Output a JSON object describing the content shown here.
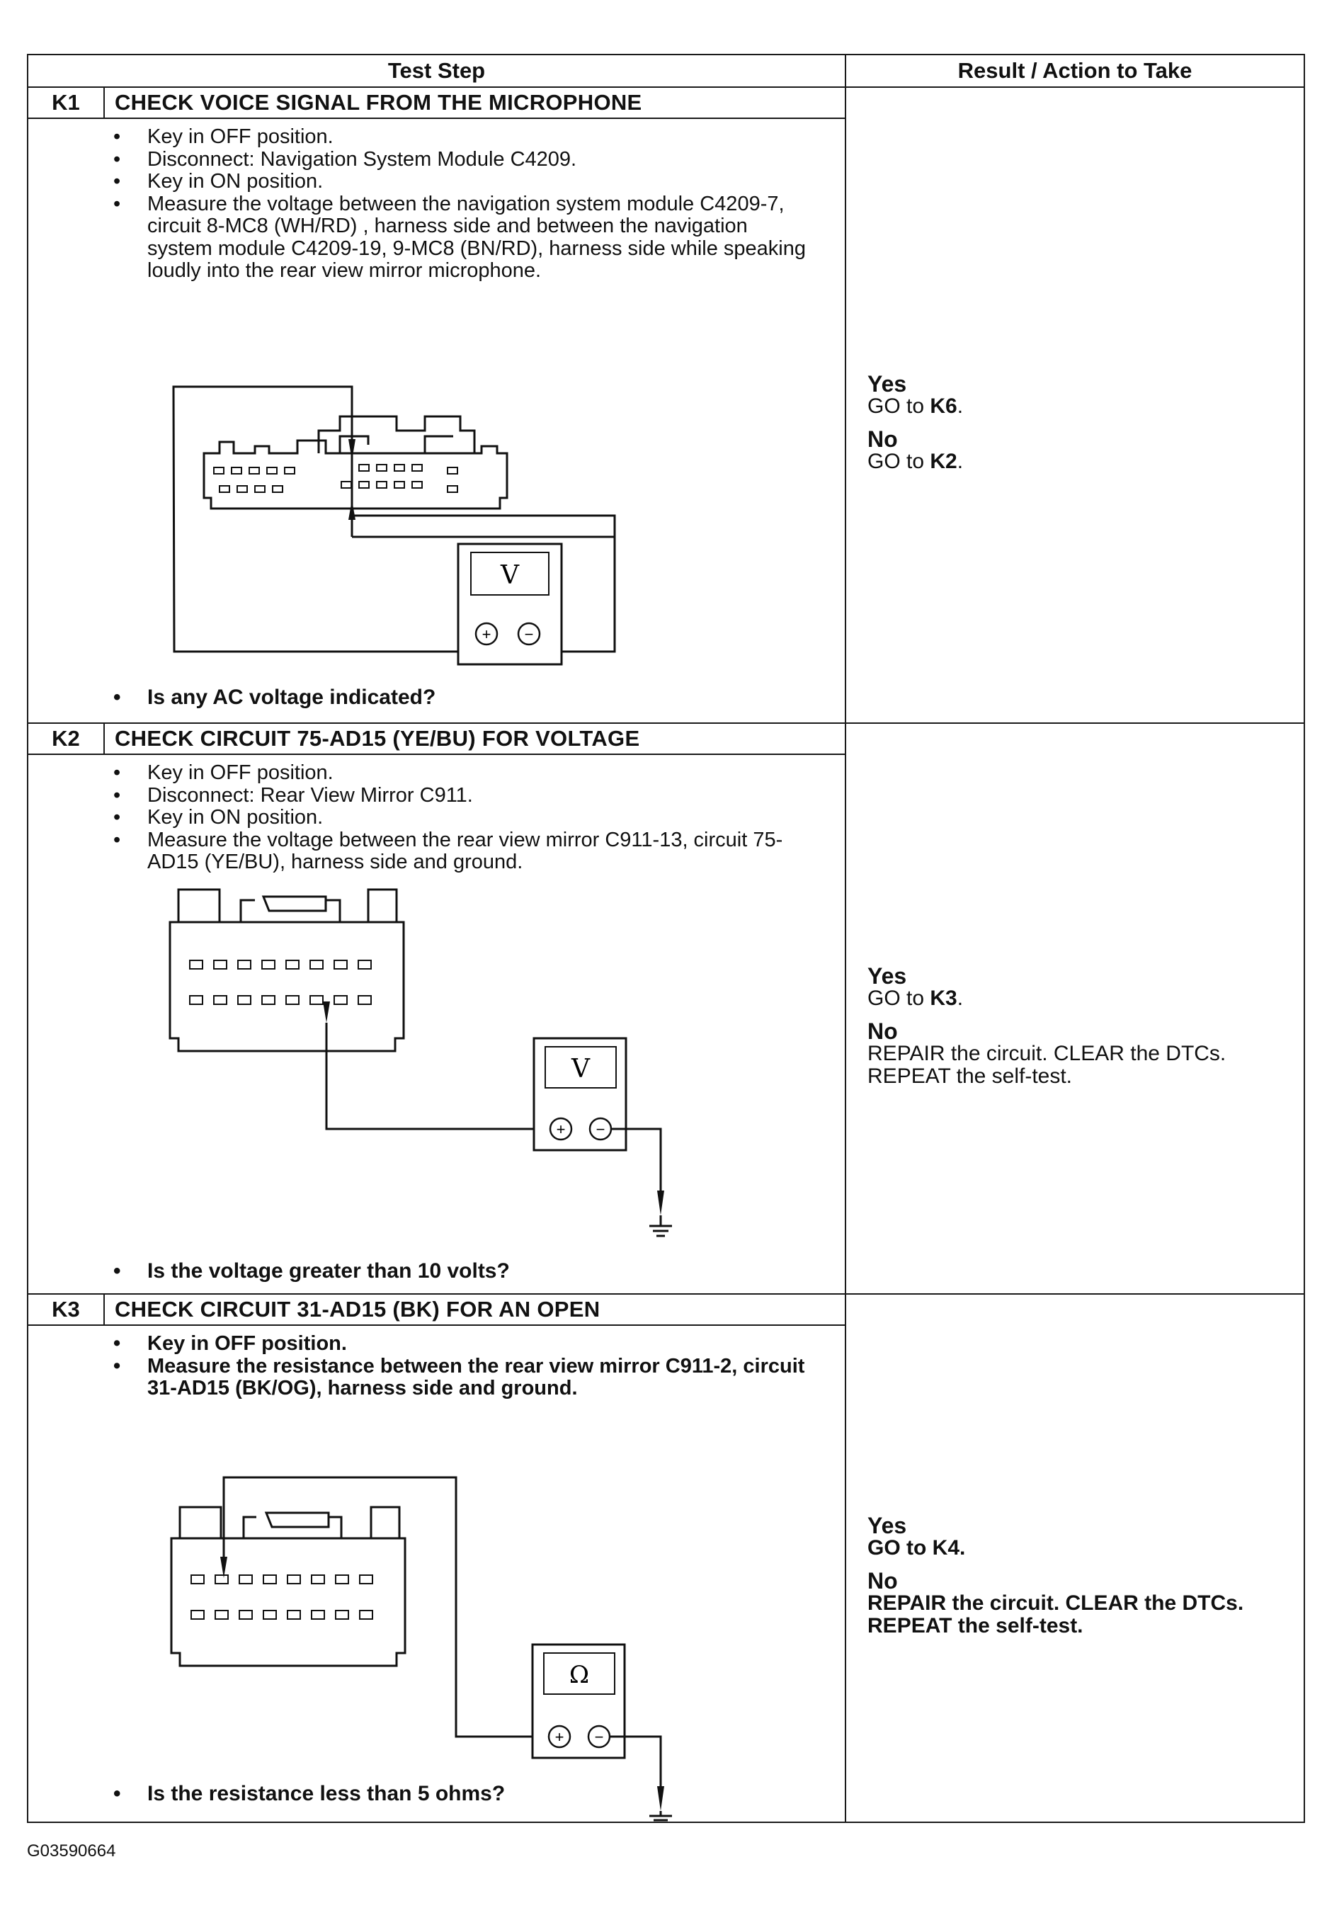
{
  "table": {
    "header": {
      "test_step": "Test Step",
      "result": "Result / Action to Take"
    },
    "steps": [
      {
        "id": "K1",
        "title": "CHECK VOICE SIGNAL FROM THE MICROPHONE",
        "bullets": [
          "Key in OFF position.",
          "Disconnect: Navigation System Module C4209.",
          "Key in ON position.",
          "Measure the voltage between the navigation system module C4209-7, circuit 8-MC8 (WH/RD) , harness side and between the navigation system module C4209-19, 9-MC8 (BN/RD), harness side while speaking loudly into the rear view mirror microphone."
        ],
        "question": "Is any AC voltage indicated?",
        "meter_symbol": "V",
        "results": {
          "yes": "Yes",
          "yes_prefix": "GO to ",
          "yes_target": "K6",
          "no": "No",
          "no_prefix": "GO to ",
          "no_target": "K2"
        }
      },
      {
        "id": "K2",
        "title": "CHECK CIRCUIT 75-AD15 (YE/BU) FOR VOLTAGE",
        "bullets": [
          "Key in OFF position.",
          "Disconnect: Rear View Mirror C911.",
          "Key in ON position.",
          "Measure the voltage between the rear view mirror C911-13, circuit 75-AD15 (YE/BU), harness side and ground."
        ],
        "question": "Is the voltage greater than 10 volts?",
        "meter_symbol": "V",
        "results": {
          "yes": "Yes",
          "yes_prefix": "GO to ",
          "yes_target": "K3",
          "no": "No",
          "no_text": "REPAIR the circuit. CLEAR the DTCs. REPEAT the self-test."
        }
      },
      {
        "id": "K3",
        "title": "CHECK CIRCUIT 31-AD15 (BK) FOR AN OPEN",
        "bullets": [
          "Key in OFF position.",
          "Measure the resistance between the rear view mirror C911-2, circuit 31-AD15 (BK/OG), harness side and ground."
        ],
        "question": "Is the resistance less than 5 ohms?",
        "meter_symbol": "Ω",
        "results": {
          "yes": "Yes",
          "yes_prefix": "GO to ",
          "yes_target": "K4",
          "no": "No",
          "no_text": "REPAIR the circuit. CLEAR the DTCs. REPEAT the self-test."
        }
      }
    ]
  },
  "meter_plus": "+",
  "meter_minus": "−",
  "figure_id": "G03590664"
}
